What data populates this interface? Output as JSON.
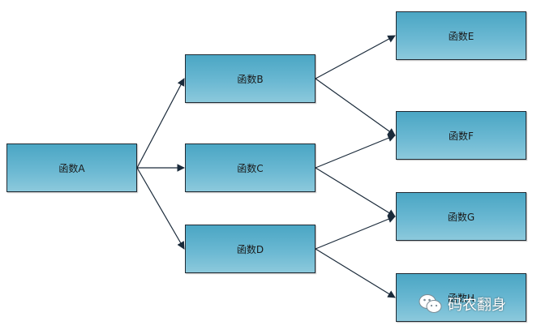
{
  "nodes": [
    {
      "id": "A",
      "label": "函数A"
    },
    {
      "id": "B",
      "label": "函数B"
    },
    {
      "id": "C",
      "label": "函数C"
    },
    {
      "id": "D",
      "label": "函数D"
    },
    {
      "id": "E",
      "label": "函数E"
    },
    {
      "id": "F",
      "label": "函数F"
    },
    {
      "id": "G",
      "label": "函数G"
    },
    {
      "id": "H",
      "label": "函数H"
    }
  ],
  "edges": [
    {
      "from": "A",
      "to": "B"
    },
    {
      "from": "A",
      "to": "C"
    },
    {
      "from": "A",
      "to": "D"
    },
    {
      "from": "B",
      "to": "E"
    },
    {
      "from": "B",
      "to": "F"
    },
    {
      "from": "C",
      "to": "F"
    },
    {
      "from": "C",
      "to": "G"
    },
    {
      "from": "D",
      "to": "G"
    },
    {
      "from": "D",
      "to": "H"
    }
  ],
  "watermark": {
    "icon": "wechat-icon",
    "text": "码农翻身"
  },
  "colors": {
    "node_fill_top": "#4aa6c4",
    "node_fill_bottom": "#8cc9dc",
    "edge": "#1a2a3a"
  }
}
